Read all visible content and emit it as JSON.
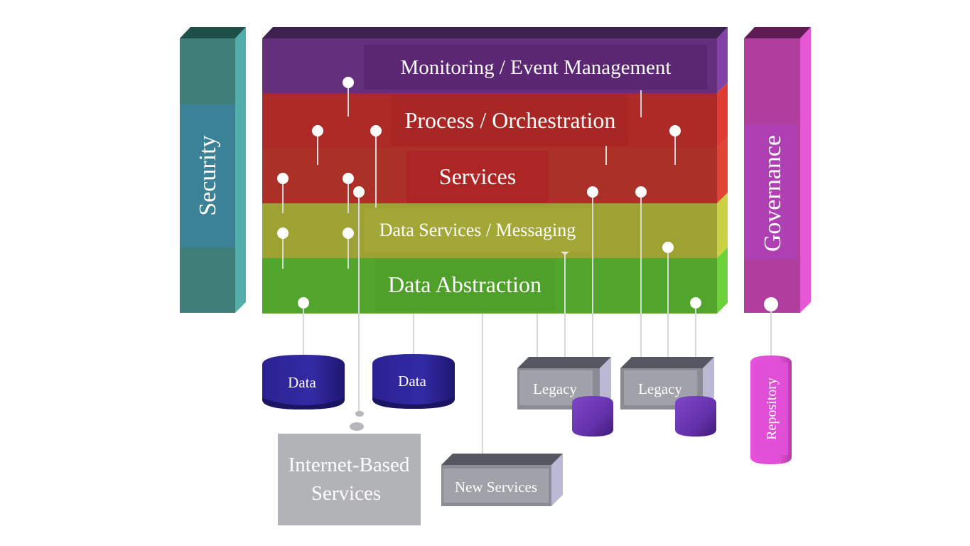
{
  "diagram": {
    "title": "SOA Reference Architecture",
    "layers": [
      {
        "id": "monitoring",
        "label": "Monitoring / Event Management",
        "color": "#64307e",
        "label_bg": "#5b2672",
        "top_color": "#3f2150",
        "side_color": "#8242a8"
      },
      {
        "id": "process",
        "label": "Process / Orchestration",
        "color": "#ad2a27",
        "label_bg": "#a82724",
        "top_color": "#3f2150",
        "side_color": "#e03c33"
      },
      {
        "id": "services",
        "label": "Services",
        "color": "#ab3027",
        "label_bg": "#ad2626",
        "top_color": "#3f2150",
        "side_color": "#e14334"
      },
      {
        "id": "data-services",
        "label": "Data Services / Messaging",
        "color": "#9ea232",
        "label_bg": "#a3a736",
        "top_color": "#3f2150",
        "side_color": "#cad243"
      },
      {
        "id": "data-abstraction",
        "label": "Data Abstraction",
        "color": "#52a52c",
        "label_bg": "#4fa02a",
        "top_color": "#3f2150",
        "side_color": "#6cd23a"
      }
    ],
    "side_columns": [
      {
        "id": "security",
        "label": "Security",
        "color": "#3e8078",
        "label_bg": "#3b8296",
        "top_color": "#1f4f49",
        "side_color": "#52adab"
      },
      {
        "id": "governance",
        "label": "Governance",
        "color": "#b03e9d",
        "label_bg": "#ae40b3",
        "top_color": "#601b54",
        "side_color": "#e657d6"
      }
    ],
    "data_stores": [
      {
        "id": "data-1",
        "label": "Data",
        "color": "#2e2896"
      },
      {
        "id": "data-2",
        "label": "Data",
        "color": "#2e2896"
      }
    ],
    "legacy_systems": [
      {
        "id": "legacy-1",
        "label": "Legacy"
      },
      {
        "id": "legacy-2",
        "label": "Legacy"
      }
    ],
    "new_services": {
      "label": "New Services"
    },
    "internet_services": {
      "label_line1": "Internet-Based",
      "label_line2": "Services"
    },
    "repository": {
      "label": "Repository",
      "color": "#e04fd6"
    },
    "colors": {
      "box_front": "#a0a1a9",
      "box_top": "#575763",
      "box_side": "#bab8d2",
      "internet_box": "#b2b3b7",
      "legacy_db": "#6f3ab5",
      "wire": "#d8d8d8",
      "pin": "#ffffff"
    }
  }
}
